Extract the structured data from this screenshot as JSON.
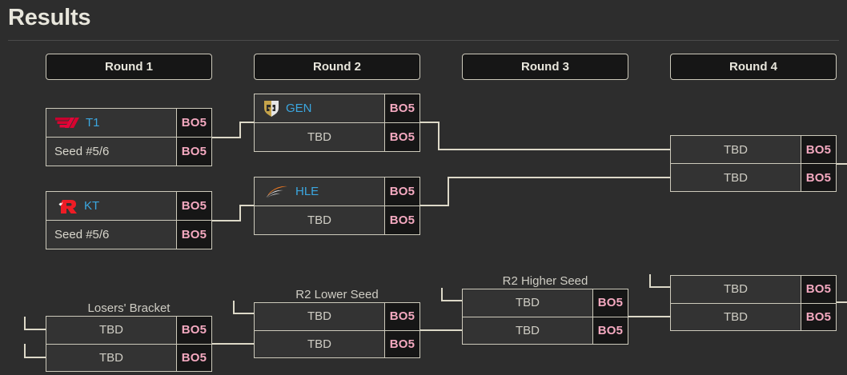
{
  "page": {
    "title": "Results"
  },
  "rounds": [
    {
      "label": "Round 1"
    },
    {
      "label": "Round 2"
    },
    {
      "label": "Round 3"
    },
    {
      "label": "Round 4"
    }
  ],
  "bracket_labels": {
    "losers": "Losers' Bracket",
    "r2_lower_seed": "R2 Lower Seed",
    "r2_higher_seed": "R2 Higher Seed"
  },
  "series_format": "BO5",
  "colors": {
    "background": "#2d2d2d",
    "box_fill": "#333333",
    "box_border": "#cdcabb",
    "score_fill": "#161616",
    "score_text": "#f4a9c0",
    "team_link": "#3ba7e0",
    "text": "#cfcdc4",
    "title_text": "#e8e6dc",
    "connector": "#ddd9c8",
    "t1_red": "#d7032f",
    "kt_red": "#ee1c25",
    "gen_gold": "#c5a34a",
    "gen_silver": "#e6e6e6",
    "hle_orange": "#f47b20",
    "hle_white": "#e9e9e9"
  },
  "matches": {
    "r1_m1": {
      "top": {
        "team": "T1",
        "logo": "t1-logo",
        "is_link": true,
        "score": "BO5"
      },
      "bottom": {
        "team": "Seed #5/6",
        "logo": null,
        "is_link": false,
        "score": "BO5"
      }
    },
    "r1_m2": {
      "top": {
        "team": "KT",
        "logo": "kt-logo",
        "is_link": true,
        "score": "BO5"
      },
      "bottom": {
        "team": "Seed #5/6",
        "logo": null,
        "is_link": false,
        "score": "BO5"
      }
    },
    "r2_m1": {
      "top": {
        "team": "GEN",
        "logo": "gen-logo",
        "is_link": true,
        "score": "BO5"
      },
      "bottom": {
        "team": "TBD",
        "logo": null,
        "is_link": false,
        "score": "BO5"
      }
    },
    "r2_m2": {
      "top": {
        "team": "HLE",
        "logo": "hle-logo",
        "is_link": true,
        "score": "BO5"
      },
      "bottom": {
        "team": "TBD",
        "logo": null,
        "is_link": false,
        "score": "BO5"
      }
    },
    "r4_upper": {
      "top": {
        "team": "TBD",
        "logo": null,
        "is_link": false,
        "score": "BO5"
      },
      "bottom": {
        "team": "TBD",
        "logo": null,
        "is_link": false,
        "score": "BO5"
      }
    },
    "lb_m1": {
      "top": {
        "team": "TBD",
        "logo": null,
        "is_link": false,
        "score": "BO5"
      },
      "bottom": {
        "team": "TBD",
        "logo": null,
        "is_link": false,
        "score": "BO5"
      }
    },
    "lb_m2": {
      "top": {
        "team": "TBD",
        "logo": null,
        "is_link": false,
        "score": "BO5"
      },
      "bottom": {
        "team": "TBD",
        "logo": null,
        "is_link": false,
        "score": "BO5"
      }
    },
    "lb_m3": {
      "top": {
        "team": "TBD",
        "logo": null,
        "is_link": false,
        "score": "BO5"
      },
      "bottom": {
        "team": "TBD",
        "logo": null,
        "is_link": false,
        "score": "BO5"
      }
    },
    "lb_m4": {
      "top": {
        "team": "TBD",
        "logo": null,
        "is_link": false,
        "score": "BO5"
      },
      "bottom": {
        "team": "TBD",
        "logo": null,
        "is_link": false,
        "score": "BO5"
      }
    }
  }
}
